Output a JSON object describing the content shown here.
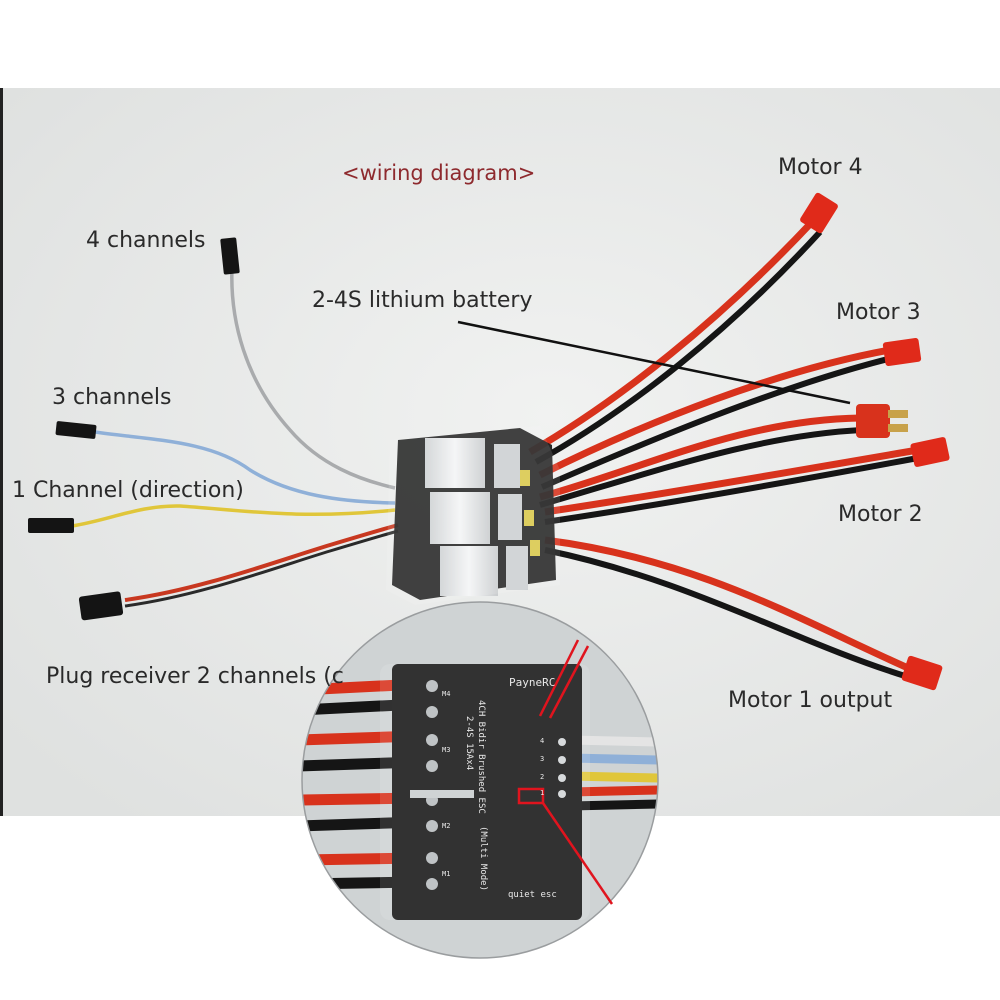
{
  "diagram": {
    "title": "<wiring diagram>",
    "labels": {
      "four_channels": "4 channels",
      "battery": "2-4S lithium battery",
      "three_channels": "3 channels",
      "one_channel": "1 Channel (direction)",
      "plug_receiver": "Plug receiver 2 channels (c",
      "motor4": "Motor 4",
      "motor3": "Motor 3",
      "motor2": "Motor 2",
      "motor1": "Motor 1 output"
    },
    "inset": {
      "brand": "PayneRC",
      "product_lines": [
        "4CH Bidir Brushed ESC",
        "2-4S 15Ax4",
        "(Multi Mode)"
      ],
      "quiet": "quiet esc",
      "motor_pads": [
        "M4",
        "M3",
        "M2",
        "M1"
      ],
      "pin_labels": [
        "4",
        "3",
        "2",
        "1"
      ]
    },
    "colors": {
      "background": "#e9ebea",
      "title": "#8e2a2e",
      "wire_red": "#d8321c",
      "wire_black": "#151515",
      "signal_grey": "#b9bbbc",
      "signal_blue": "#8fb0d8",
      "signal_yellow": "#e0c63a",
      "connector_red": "#e02a1a",
      "pcb": "#1a1a1a",
      "highlight": "#e0141e"
    }
  }
}
